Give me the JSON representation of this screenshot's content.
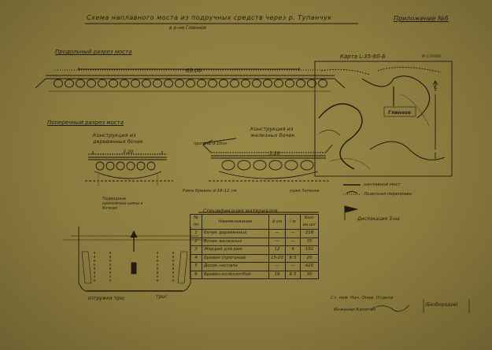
{
  "title": {
    "line1": "Схема наплавного моста из подручных средств через р. Тупанчук",
    "line2": "в р-не Глинное"
  },
  "appendix_label": "Приложение №6",
  "section_labels": {
    "longitudinal": "Продольный разрез моста",
    "transverse": "Поперечный разрез моста",
    "wooden_barrels": "Конструкция из деревянных бочек",
    "iron_barrels": "Конструкция из железных бочек",
    "spec_title": "Спецификация материалов"
  },
  "dimensions": {
    "length": "69.00",
    "width_left": "3.20",
    "width_right": "3.20"
  },
  "annotations": {
    "stakes": "прогоны d-10см",
    "frame": "Рама бревен d-18-12 см",
    "rope": "трос",
    "anchor_note": "Подводные крепежные шины к бочкам",
    "rope_bottom": "отгружки трос",
    "yokes": "ушки Запонки"
  },
  "map": {
    "label": "Карта L-35-60-Б",
    "scale": "М-1:50000",
    "place": "Глинное",
    "north": "С"
  },
  "legend": {
    "items": [
      {
        "label": "наплавной мост"
      },
      {
        "label": "Лодочная переправа"
      },
      {
        "label": "Дислокация 3-на"
      }
    ]
  },
  "spec_table": {
    "headers": [
      "№ пп",
      "Наименование",
      "d см",
      "l м",
      "Кол-во шт"
    ],
    "rows": [
      [
        "1",
        "Бочек деревянных",
        "—",
        "—",
        "218"
      ],
      [
        "2",
        "Бочек железных",
        "—",
        "—",
        "70"
      ],
      [
        "3",
        "Жердей для рам",
        "12",
        "4",
        "192"
      ],
      [
        "4",
        "Бревен (прогонов)",
        "15-20",
        "6.5",
        "20"
      ],
      [
        "5",
        "Досок настила",
        "—",
        "—",
        "420"
      ],
      [
        "6",
        "Бревен-колесоотбой",
        "18",
        "6.5",
        "30"
      ]
    ]
  },
  "signature": {
    "line1": "Ст. пом. Нач. Опер. Отдела",
    "line2": "Инженер-Капитан",
    "name": "(Безбородов)"
  }
}
